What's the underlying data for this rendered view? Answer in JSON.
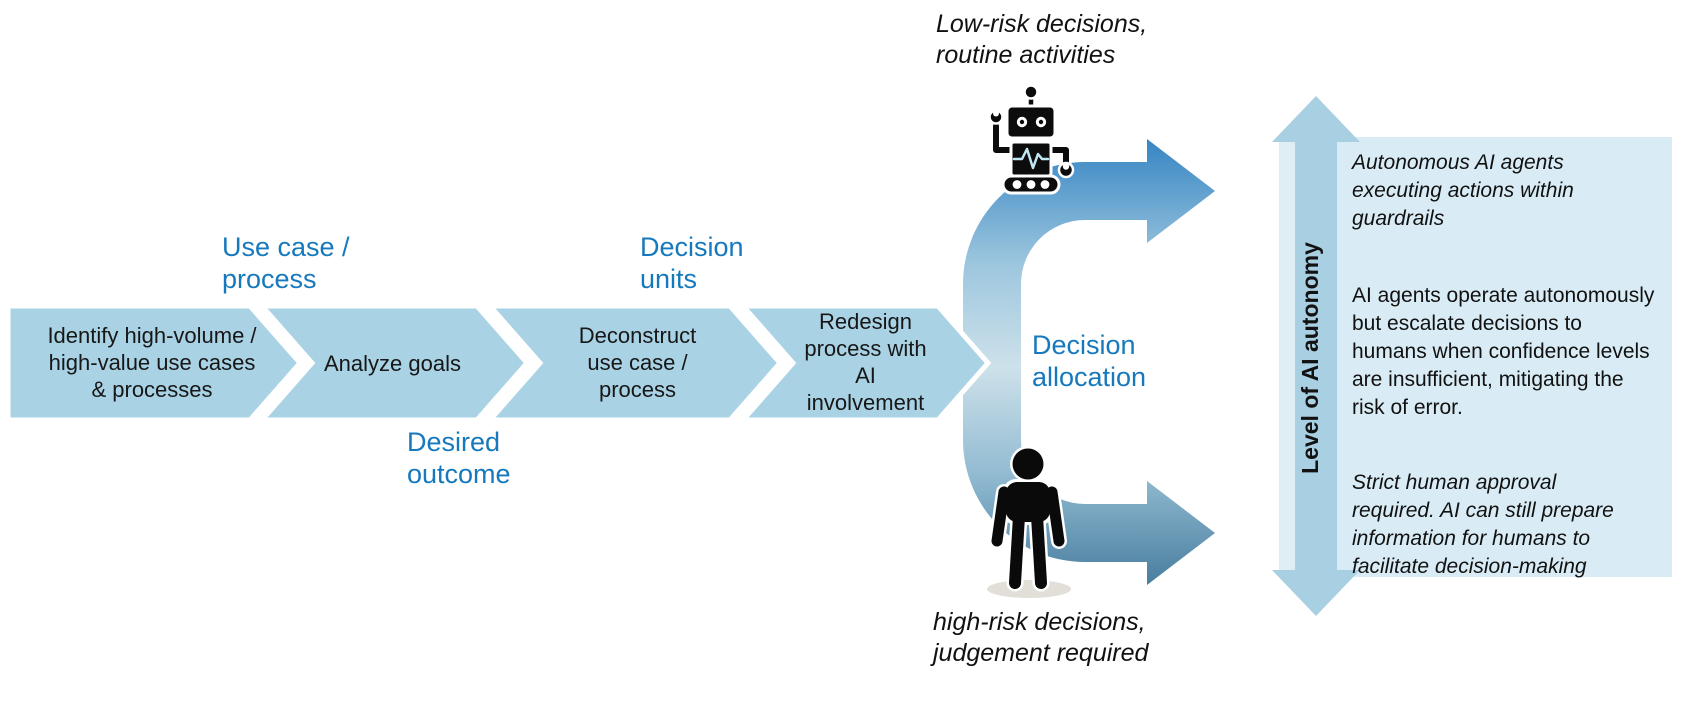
{
  "flow": {
    "steps": [
      {
        "label": "Identify high-volume /\nhigh-value use cases\n& processes"
      },
      {
        "label": "Analyze goals"
      },
      {
        "label": "Deconstruct\nuse case /\nprocess"
      },
      {
        "label": "Redesign\nprocess with\nAI\ninvolvement"
      }
    ],
    "annotations": {
      "use_case": "Use case /\nprocess",
      "desired_outcome": "Desired\noutcome",
      "decision_units": "Decision\nunits",
      "decision_allocation": "Decision\nallocation"
    }
  },
  "branches": {
    "low_risk": "Low-risk decisions,\nroutine activities",
    "high_risk": "high-risk decisions,\njudgement required"
  },
  "autonomy_axis": {
    "label": "Level of AI autonomy",
    "levels": [
      {
        "style": "italic",
        "text": "Autonomous AI agents\nexecuting actions within\nguardrails"
      },
      {
        "style": "normal",
        "text": "AI agents operate autonomously\nbut escalate decisions to\nhumans when confidence levels\nare insufficient, mitigating the\nrisk of error."
      },
      {
        "style": "italic",
        "text": "Strict human approval\nrequired. AI can still prepare\ninformation for humans to\nfacilitate decision-making"
      }
    ]
  },
  "icons": {
    "robot": "robot-icon",
    "human": "human-icon"
  },
  "colors": {
    "step_fill": "#a9d3e5",
    "label_blue": "#1679bd",
    "panel_bg": "#d9ecf5",
    "axis_arrow": "#a8cfe2",
    "axis_arrow_highlight": "#dfedf5",
    "flow_gradient_top": "#2e80c1",
    "flow_gradient_mid": "#cde1ea",
    "flow_gradient_bottom": "#3b7396"
  }
}
